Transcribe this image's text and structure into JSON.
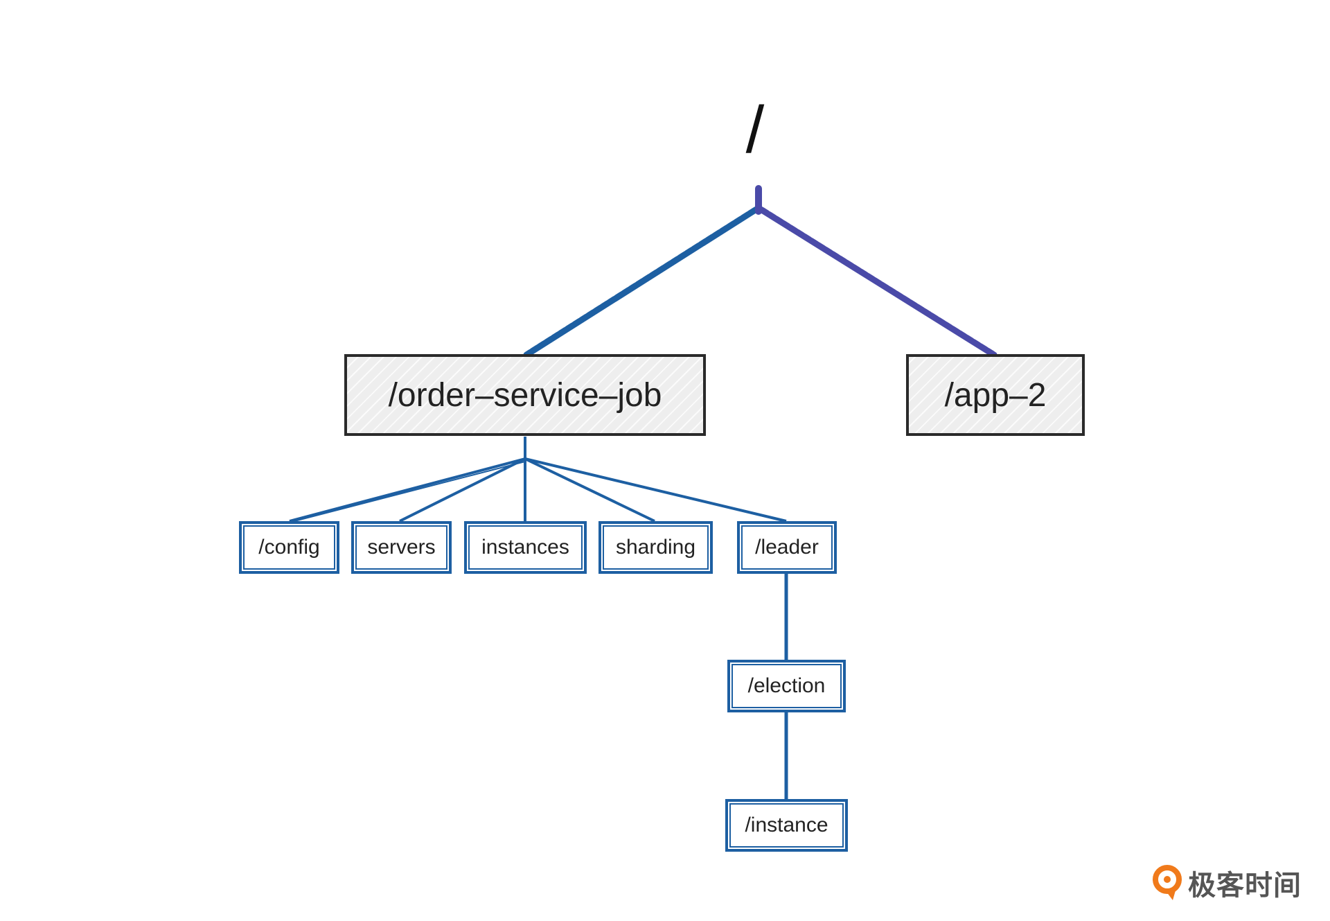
{
  "diagram": {
    "root": {
      "label": "/"
    },
    "nodes": {
      "order_service_job": {
        "label": "/order–service–job"
      },
      "app_2": {
        "label": "/app–2"
      },
      "config": {
        "label": "/config"
      },
      "servers": {
        "label": "servers"
      },
      "instances": {
        "label": "instances"
      },
      "sharding": {
        "label": "sharding"
      },
      "leader": {
        "label": "/leader"
      },
      "election": {
        "label": "/election"
      },
      "instance": {
        "label": "/instance"
      }
    },
    "colors": {
      "edge_blue": "#1d5fa2",
      "edge_purple": "#4a4aa8",
      "big_border": "#2a2a2a",
      "big_fill": "#eeeeee"
    }
  },
  "brand": {
    "logo_icon": "geektime-logo-icon",
    "text": "极客时间"
  }
}
